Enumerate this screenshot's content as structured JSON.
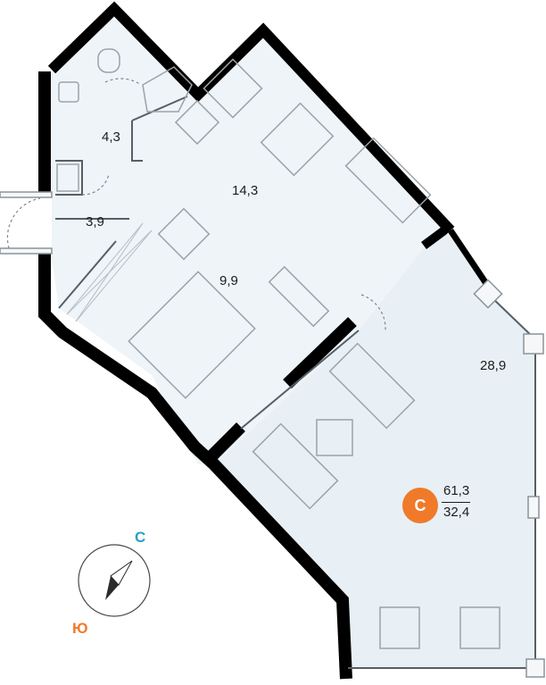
{
  "colors": {
    "wall": "#000000",
    "floor_inner": "#eef4f8",
    "floor_living": "#e8f0f6",
    "furniture": "#9aa3a8",
    "badge": "#f07a2a",
    "north": "#2a9fc4",
    "south": "#f07a2a"
  },
  "rooms": [
    {
      "id": "bathroom",
      "area": "4,3"
    },
    {
      "id": "kitchen",
      "area": "14,3"
    },
    {
      "id": "hallway",
      "area": "3,9"
    },
    {
      "id": "bedroom",
      "area": "9,9"
    },
    {
      "id": "living",
      "area": "28,9"
    }
  ],
  "badge": {
    "letter": "С",
    "total_area": "61,3",
    "living_area": "32,4"
  },
  "compass": {
    "north_label": "С",
    "south_label": "Ю",
    "icon": "compass-needle-icon"
  }
}
